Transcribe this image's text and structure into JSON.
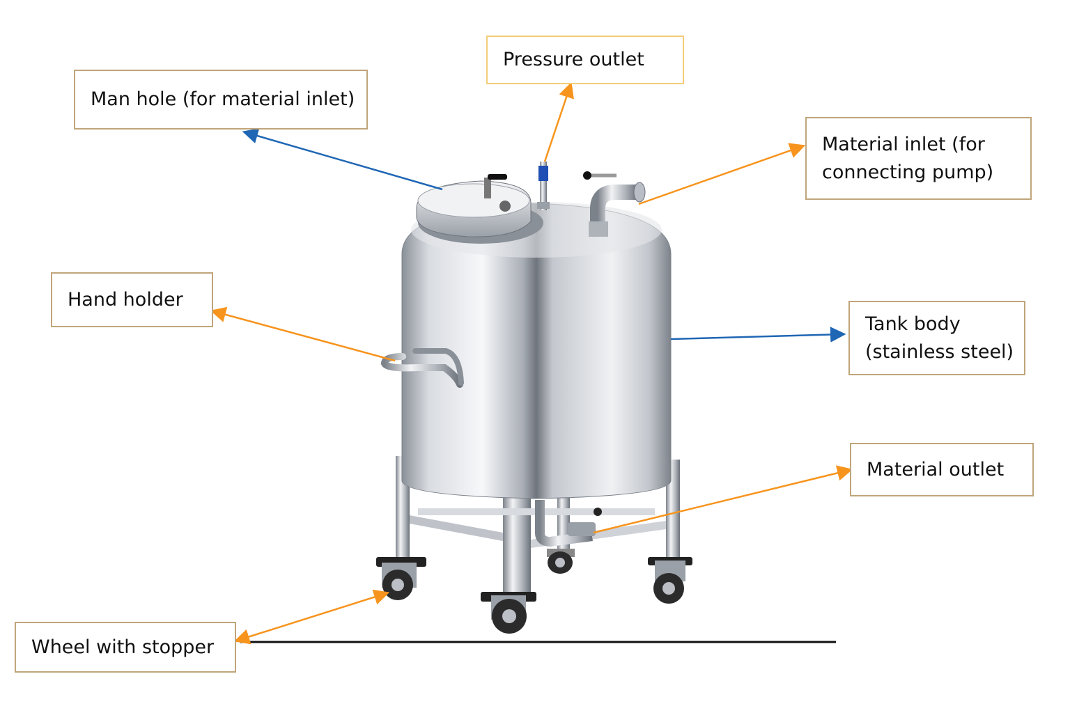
{
  "colors": {
    "arrow_orange": "#f7941d",
    "arrow_blue": "#1f66b4",
    "box_border": "#c0a57a",
    "box_border_pressure": "#f3cd7a",
    "steel_light": "#f2f3f5",
    "steel_mid": "#b9bec6",
    "steel_dark": "#6b7079",
    "ground_line": "#111111"
  },
  "labels": {
    "man_hole": {
      "lines": [
        "Man hole (for material inlet)"
      ],
      "arrow_color": "blue"
    },
    "pressure_outlet": {
      "lines": [
        "Pressure outlet"
      ],
      "arrow_color": "orange"
    },
    "material_inlet": {
      "lines": [
        "Material inlet (for",
        "connecting pump)"
      ],
      "arrow_color": "orange"
    },
    "hand_holder": {
      "lines": [
        "Hand holder"
      ],
      "arrow_color": "orange"
    },
    "tank_body": {
      "lines": [
        "Tank body",
        "(stainless steel)"
      ],
      "arrow_color": "blue"
    },
    "material_outlet": {
      "lines": [
        "Material outlet"
      ],
      "arrow_color": "orange"
    },
    "wheel_stopper": {
      "lines": [
        "Wheel with stopper"
      ],
      "arrow_color": "orange"
    }
  }
}
